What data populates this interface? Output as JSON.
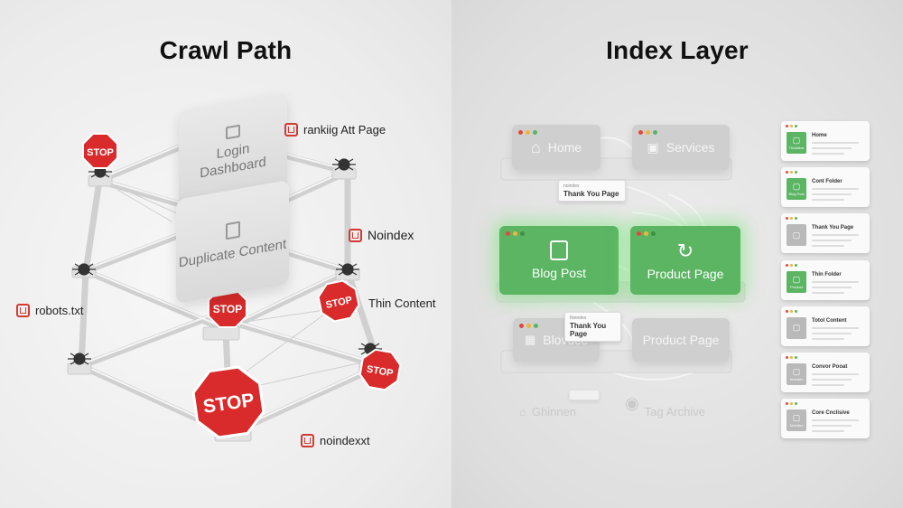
{
  "left": {
    "title": "Crawl Path",
    "cards": {
      "login": "Login\nDashboard",
      "duplicate": "Duplicate Content"
    },
    "stop_text": "STOP",
    "labels": {
      "ranking": "rankiig Att Page",
      "noindex": "Noindex",
      "robots": "robots.txt",
      "thin": "Thin Content",
      "noindexxt": "noindexxt"
    }
  },
  "right": {
    "title": "Index Layer",
    "cards": {
      "home": "Home",
      "services": "Services",
      "blog_post": "Blog Post",
      "product_page": "Product Page",
      "blovuce": "Blovuce",
      "product_page_2": "Product Page"
    },
    "tips": {
      "tip1_small": "noindex",
      "tip1_big": "Thank You Page",
      "tip2_small": "Noindex",
      "tip2_big": "Thank You Page"
    },
    "ghosts": {
      "ghost1": "Ghinnen",
      "ghost2": "Tag Archive"
    },
    "stack": [
      {
        "title": "Home",
        "thumb": "green",
        "thumb_label": "TheAdive"
      },
      {
        "title": "Cont Folder",
        "thumb": "green",
        "thumb_label": "Blog Post"
      },
      {
        "title": "Thank You Page",
        "thumb": "gray",
        "thumb_label": ""
      },
      {
        "title": "Thin Folder",
        "thumb": "green",
        "thumb_label": "Product"
      },
      {
        "title": "Totol Content",
        "thumb": "gray",
        "thumb_label": ""
      },
      {
        "title": "Convor Pooat",
        "thumb": "gray",
        "thumb_label": "Noindex"
      },
      {
        "title": "Core Cnclisive",
        "thumb": "gray",
        "thumb_label": "Noindex"
      }
    ]
  },
  "colors": {
    "stop_red": "#d92b2b",
    "index_green": "#5bb563",
    "label_red": "#d23a33"
  }
}
